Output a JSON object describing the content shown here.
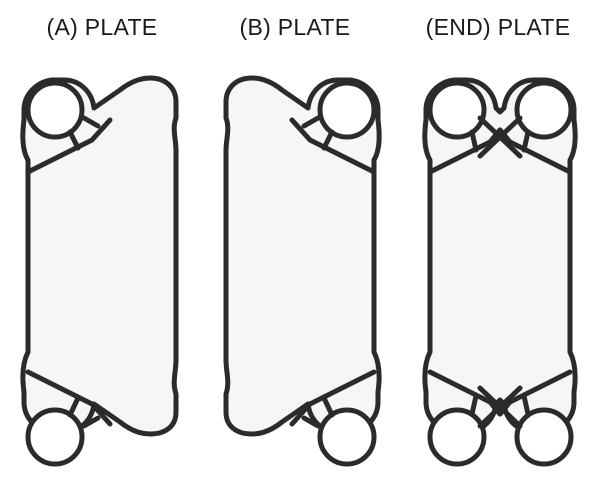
{
  "plates": [
    {
      "label": "(A) PLATE"
    },
    {
      "label": "(B) PLATE"
    },
    {
      "label": "(END) PLATE"
    }
  ],
  "colors": {
    "gasket": "#2b2b2b",
    "plate_fill": "#f6f6f6",
    "background": "#ffffff",
    "text": "#1a1a1a"
  }
}
